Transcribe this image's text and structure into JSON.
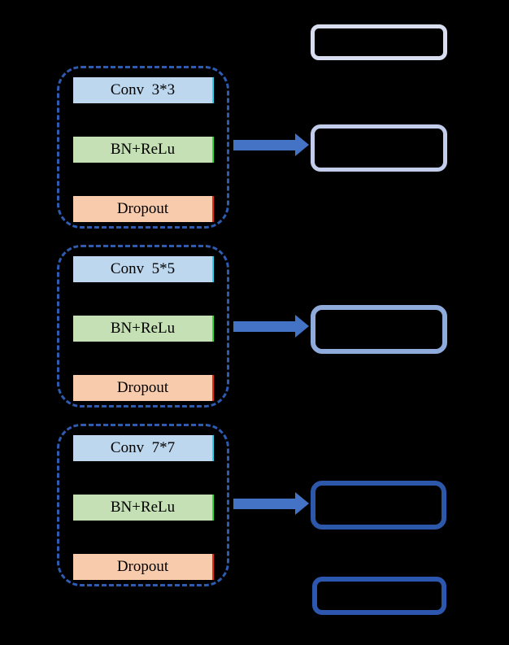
{
  "palette": {
    "background": "#000000",
    "dashed_border": "#2f5bb0",
    "arrow": "#4472c4",
    "conv_fill": "#bdd7ee",
    "conv_edge": "#22d6ee",
    "bn_fill": "#c5e0b4",
    "bn_edge": "#27e03a",
    "dropout_fill": "#f8cbad",
    "dropout_edge": "#e82c1c"
  },
  "left_groups": [
    {
      "layers": [
        {
          "label": "Conv  3*3",
          "fill": "#bdd7ee",
          "edge": "#22d6ee"
        },
        {
          "label": "BN+ReLu",
          "fill": "#c5e0b4",
          "edge": "#27e03a"
        },
        {
          "label": "Dropout",
          "fill": "#f8cbad",
          "edge": "#e82c1c"
        }
      ]
    },
    {
      "layers": [
        {
          "label": "Conv  5*5",
          "fill": "#bdd7ee",
          "edge": "#22d6ee"
        },
        {
          "label": "BN+ReLu",
          "fill": "#c5e0b4",
          "edge": "#27e03a"
        },
        {
          "label": "Dropout",
          "fill": "#f8cbad",
          "edge": "#e82c1c"
        }
      ]
    },
    {
      "layers": [
        {
          "label": "Conv  7*7",
          "fill": "#bdd7ee",
          "edge": "#22d6ee"
        },
        {
          "label": "BN+ReLu",
          "fill": "#c5e0b4",
          "edge": "#27e03a"
        },
        {
          "label": "Dropout",
          "fill": "#f8cbad",
          "edge": "#e82c1c"
        }
      ]
    }
  ],
  "arrows": [
    {
      "color": "#4472c4"
    },
    {
      "color": "#4472c4"
    },
    {
      "color": "#4472c4"
    }
  ],
  "output_boxes": [
    {
      "border_color": "#d8ddf0"
    },
    {
      "border_color": "#c2cdeb"
    },
    {
      "border_color": "#8fabdc"
    },
    {
      "border_color": "#2d58a9"
    },
    {
      "border_color": "#2d57ae"
    }
  ]
}
